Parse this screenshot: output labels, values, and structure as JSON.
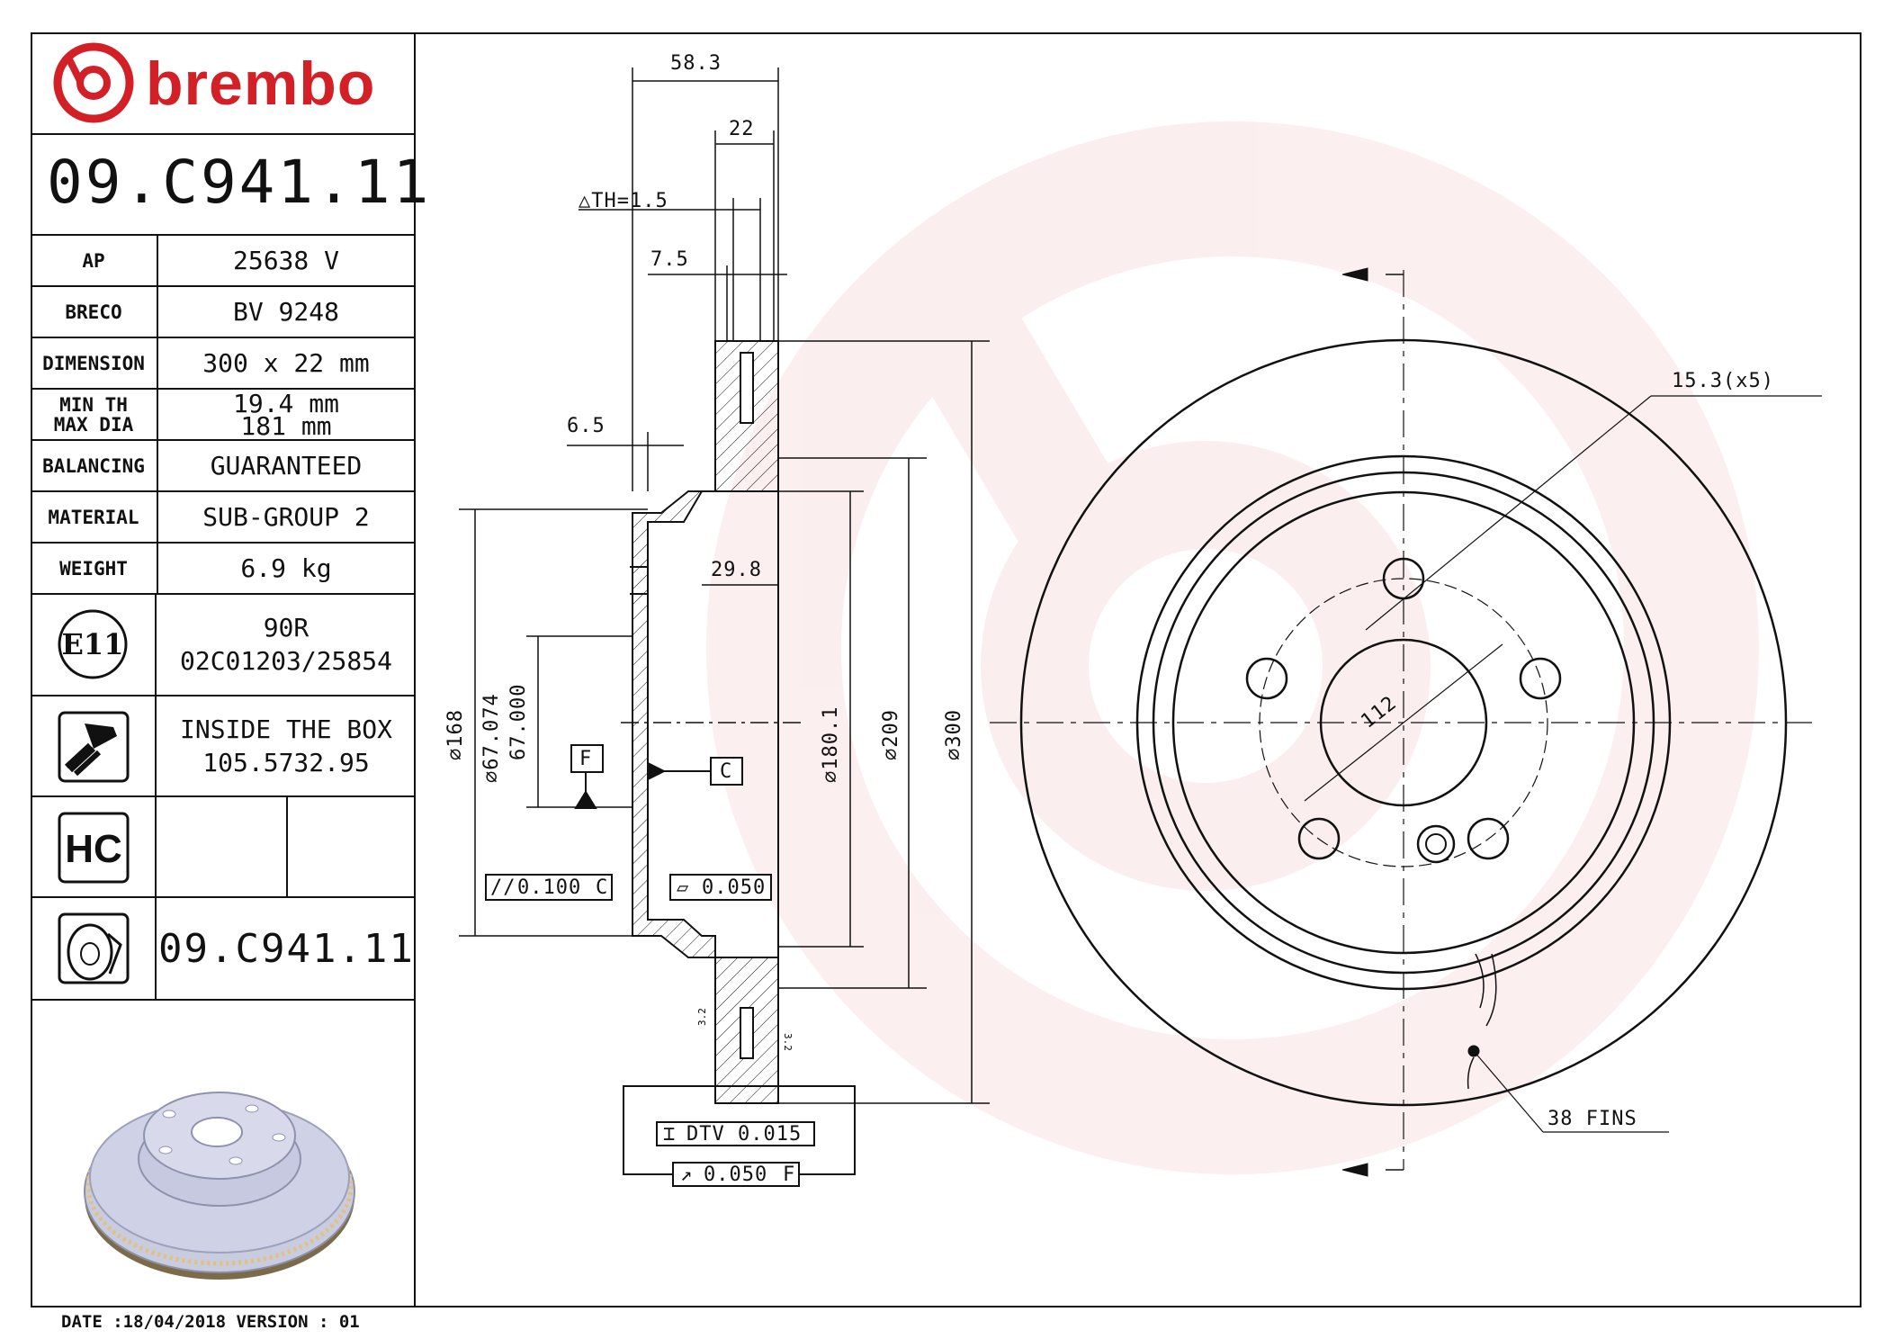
{
  "brand": {
    "name": "brembo",
    "color": "#d32027"
  },
  "part_number": "09.C941.11",
  "specs": [
    {
      "key": "AP",
      "value": "25638 V"
    },
    {
      "key": "BRECO",
      "value": "BV 9248"
    },
    {
      "key": "DIMENSION",
      "value": "300 x 22 mm"
    },
    {
      "key_line1": "MIN TH",
      "key_line2": "MAX DIA",
      "value_line1": "19.4 mm",
      "value_line2": "181 mm"
    },
    {
      "key": "BALANCING",
      "value": "GUARANTEED"
    },
    {
      "key": "MATERIAL",
      "value": "SUB-GROUP 2"
    },
    {
      "key": "WEIGHT",
      "value": "6.9 kg"
    }
  ],
  "certification": {
    "badge": "E11",
    "line1": "90R",
    "line2": "02C01203/25854",
    "icon": "circle-e-mark-icon"
  },
  "inside_box": {
    "line1": "INSIDE THE BOX",
    "line2": "105.5732.95",
    "icon": "screw-icon"
  },
  "hc": {
    "label": "HC",
    "icon": "hc-badge-icon"
  },
  "disc_icon_part_number": "09.C941.11",
  "footer": {
    "date": "DATE :18/04/2018 VERSION : 01"
  },
  "dimensions": {
    "d58_3": "58.3",
    "d22": "22",
    "dth": "△TH=1.5",
    "d7_5": "7.5",
    "d6_5": "6.5",
    "d29_8": "29.8",
    "dia168": "⌀168",
    "dia67_074": "⌀67.074",
    "dia67_000": "67.000",
    "dia180_1": "⌀180.1",
    "dia209": "⌀209",
    "dia300": "⌀300",
    "hole": "15.3(x5)",
    "pcd": "112",
    "fins": "38 FINS",
    "datum_f": "F",
    "datum_c": "C",
    "tol_parallel": "0.100",
    "tol_parallel_ref": "C",
    "tol_flat": "0.050",
    "tol_dtv": "DTV 0.015",
    "tol_runout": "0.050",
    "tol_runout_ref": "F",
    "roughness": "3.2"
  }
}
